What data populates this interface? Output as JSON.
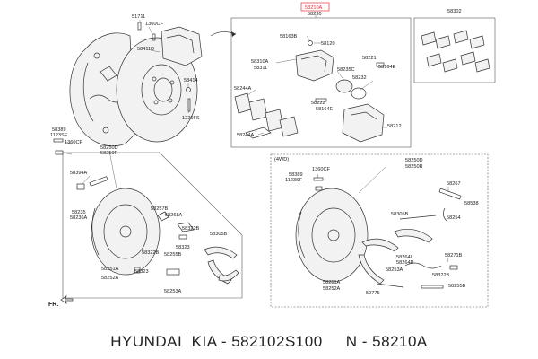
{
  "header": {
    "highlight_code": "58210A",
    "sub_code": "58230"
  },
  "labels": {
    "l51711": "51711",
    "l1360cf_a": "1360CF",
    "l58411d": "58411D",
    "l58414": "58414",
    "l1220fs": "1220FS",
    "l58389_a": "58389",
    "l1123sf_a": "1123SF",
    "l1360cf_b": "1360CF",
    "l58250d": "58250D",
    "l58250r": "58250R",
    "l58394a": "58394A",
    "l58235": "58235",
    "l58236a": "58236A",
    "l58257b": "58257B",
    "l58268a": "58268A",
    "l58322b_a": "58322B",
    "l58323_a": "58323",
    "l58322b_b": "58322B",
    "l58255b": "58255B",
    "l58323_b": "58323",
    "l58305b": "58305B",
    "l58251a": "58251A",
    "l58252a": "58252A",
    "l58253a": "58253A",
    "l58163b": "58163B",
    "l58120": "58120",
    "l58221": "58221",
    "l58310a": "58310A",
    "l58311": "58311",
    "l58235c": "58235C",
    "l58164e_a": "58164E",
    "l58232": "58232",
    "l58244a_a": "58244A",
    "l58222": "58222",
    "l58164e_b": "58164E",
    "l58212": "58212",
    "l58244a_b": "58244A",
    "l58302": "58302",
    "l4wd": "(4WD)",
    "l58250d_b": "58250D",
    "l58250r_b": "58250R",
    "l58389_b": "58389",
    "l1123sf_b": "1123SF",
    "l1360cf_c": "1360CF",
    "l58267": "58267",
    "l58538": "58538",
    "l58254": "58254",
    "l58305b_b": "58305B",
    "l58264l": "58264L",
    "l58264r": "58264R",
    "l58253a_b": "58253A",
    "l58271b": "58271B",
    "l58322b_c": "58322B",
    "l58251a_b": "58251A",
    "l58252a_b": "58252A",
    "l59775": "59775",
    "l58255b_b": "58255B",
    "fr": "FR."
  },
  "caption": {
    "text": "HYUNDAI  KIA - 582102S100     N - 58210A"
  },
  "colors": {
    "highlight": "#e0353a",
    "ink": "#222222"
  }
}
